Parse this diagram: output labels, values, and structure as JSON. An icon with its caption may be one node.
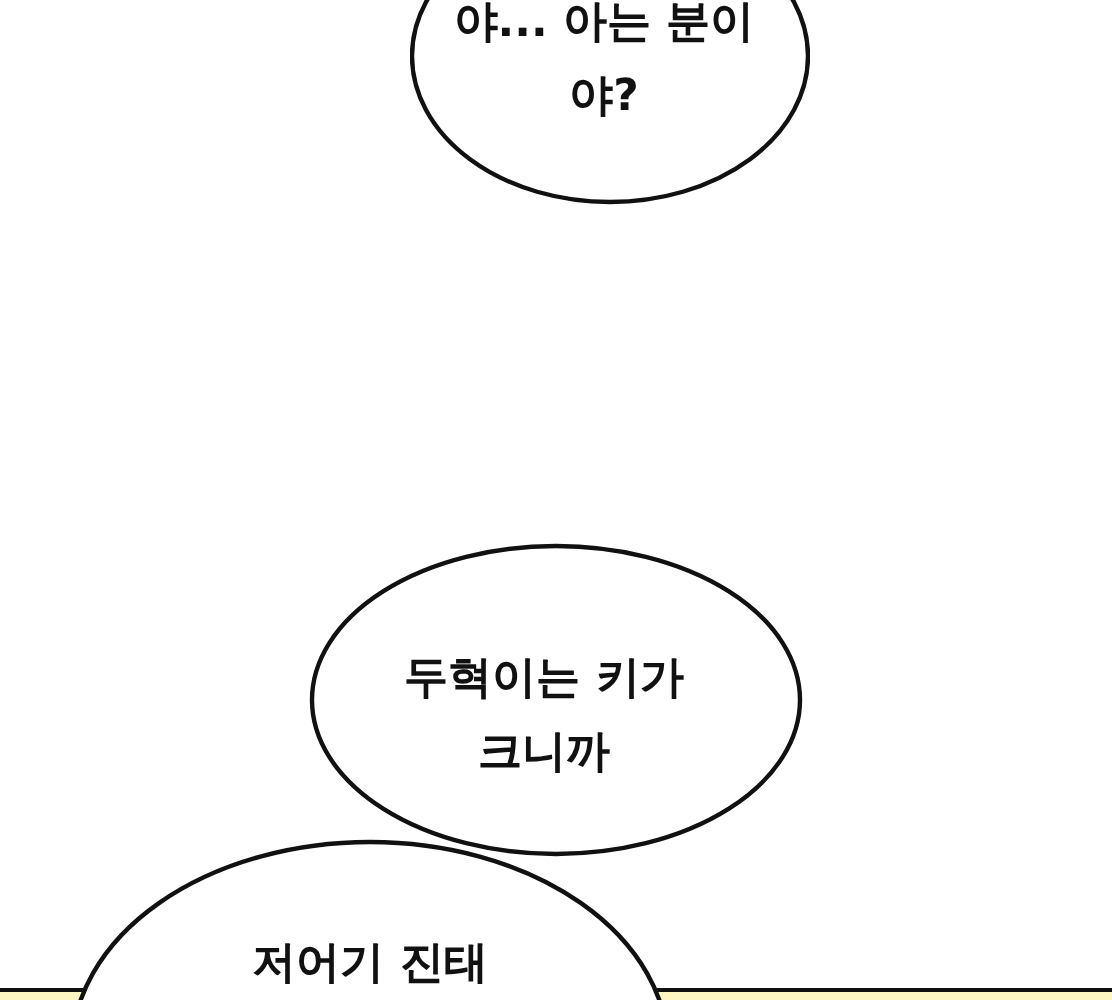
{
  "diagram": {
    "nodes": [
      {
        "text": [
          "야... 아는 분이야?"
        ]
      },
      {
        "text": [
          "두혁이는 키가 크니까"
        ]
      },
      {
        "text": [
          "저어기 진태"
        ]
      }
    ]
  }
}
